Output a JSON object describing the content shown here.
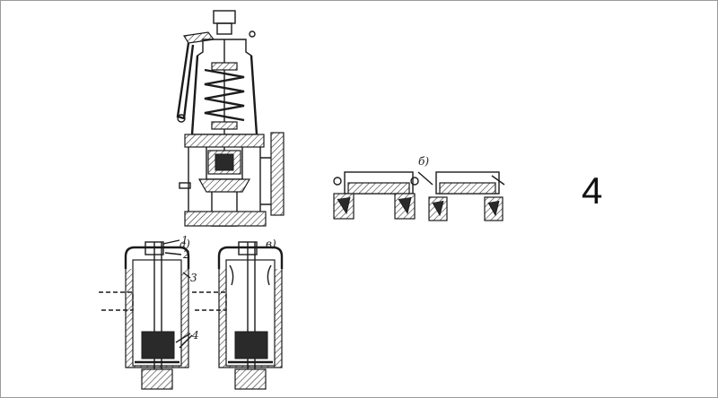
{
  "labels": {
    "a": "а)",
    "b": "б)",
    "v": "в)",
    "n1": "1",
    "n2": "2",
    "n3": "3",
    "n4": "4"
  },
  "page_number": "4"
}
